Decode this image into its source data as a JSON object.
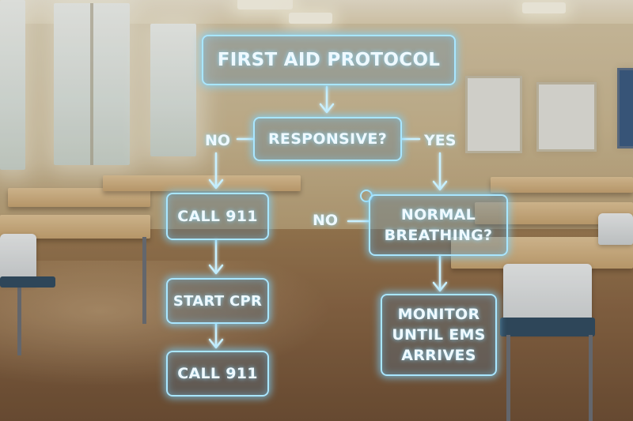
{
  "diagram": {
    "title": "FIRST AID PROTOCOL",
    "question_responsive": "RESPONSIVE?",
    "label_no_left": "NO",
    "label_yes": "YES",
    "call_911_top": "CALL 911",
    "label_no_middle": "NO",
    "question_breathing": "NORMAL BREATHING?",
    "start_cpr": "START CPR",
    "call_911_bottom": "CALL 911",
    "monitor": "MONITOR UNTIL EMS ARRIVES"
  },
  "colors": {
    "glow": "#a9e6ff",
    "text": "#eef9ff"
  }
}
